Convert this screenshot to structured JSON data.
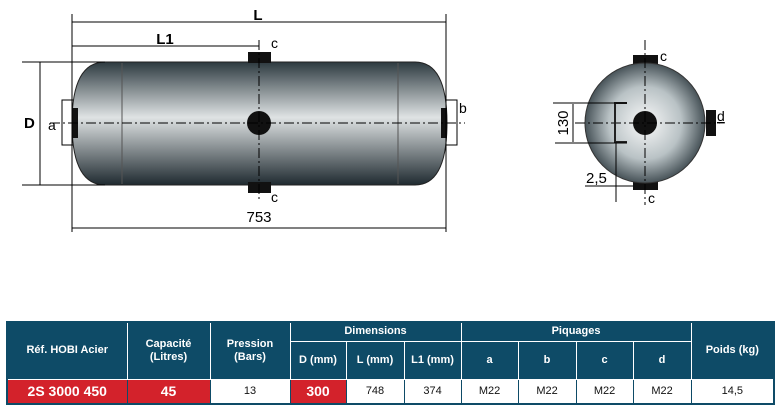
{
  "drawing": {
    "L": "L",
    "L1": "L1",
    "D": "D",
    "a": "a",
    "b": "b",
    "c_top": "c",
    "c_bottom": "c",
    "length": "753",
    "side_c_top": "c",
    "side_c_bottom": "c",
    "side_d": "d",
    "dim_130": "130",
    "dim_2_5": "2,5"
  },
  "table": {
    "headers": {
      "ref": "Réf. HOBI Acier",
      "capacity": "Capacité (Litres)",
      "pressure": "Pression (Bars)",
      "dimensions": "Dimensions",
      "D": "D (mm)",
      "L": "L (mm)",
      "L1": "L1 (mm)",
      "piquages": "Piquages",
      "a": "a",
      "b": "b",
      "c": "c",
      "d": "d",
      "weight": "Poids (kg)"
    },
    "row": {
      "ref": "2S 3000 450",
      "capacity": "45",
      "pressure": "13",
      "D": "300",
      "L": "748",
      "L1": "374",
      "a": "M22",
      "b": "M22",
      "c": "M22",
      "d": "M22",
      "weight": "14,5"
    }
  },
  "colors": {
    "header": "#0e4b67",
    "highlight": "#d3222b"
  }
}
